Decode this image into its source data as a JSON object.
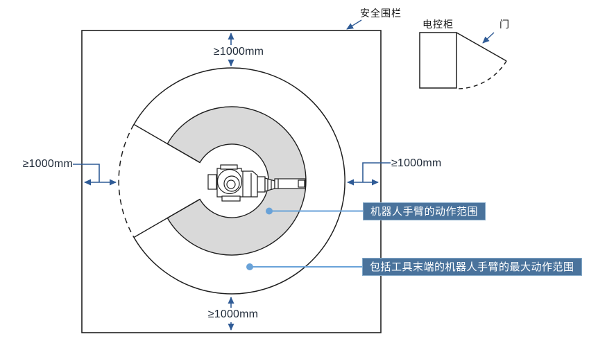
{
  "labels": {
    "safety_fence": "安全围栏",
    "control_cabinet": "电控柜",
    "door": "门"
  },
  "dimensions": {
    "top": "≥1000mm",
    "bottom": "≥1000mm",
    "left": "≥1000mm",
    "right": "≥1000mm"
  },
  "callouts": {
    "arm_range": "机器人手臂的动作范围",
    "max_range_with_tool": "包括工具末端的机器人手臂的最大动作范围"
  },
  "colors": {
    "dimension_blue": "#2f5b96",
    "leader_blue": "#69a2d8",
    "callout_bg": "#4a739c",
    "callout_border": "#86abca",
    "callout_text": "#ffffff",
    "range_fill": "#d9d9d9",
    "outline": "#1f1f1f",
    "dimension_text": "#1f2a38"
  },
  "icons": {
    "robot": "robot-arm-top-view-icon"
  }
}
